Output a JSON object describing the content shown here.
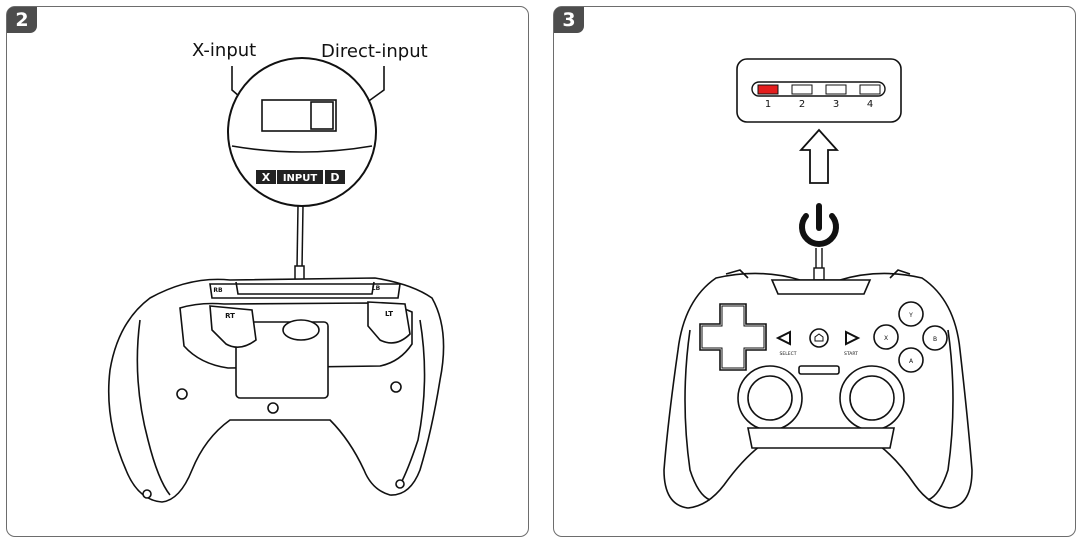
{
  "steps": {
    "left": "2",
    "right": "3"
  },
  "switch_labels": {
    "x_input": "X-input",
    "direct_input": "Direct-input"
  },
  "switch_badge": {
    "x": "X",
    "input": "INPUT",
    "d": "D"
  },
  "controller_left": {
    "rt": "RT",
    "lt": "LT",
    "rb": "RB",
    "lb": "LB"
  },
  "leds": [
    "1",
    "2",
    "3",
    "4"
  ],
  "led_active_color": "#e41e1e",
  "face_buttons": {
    "y": "Y",
    "x": "X",
    "b": "B",
    "a": "A"
  },
  "center_labels": {
    "select": "SELECT",
    "start": "START"
  },
  "icons": [
    "power-icon",
    "arrow-up-icon",
    "home-icon",
    "dpad-icon"
  ]
}
